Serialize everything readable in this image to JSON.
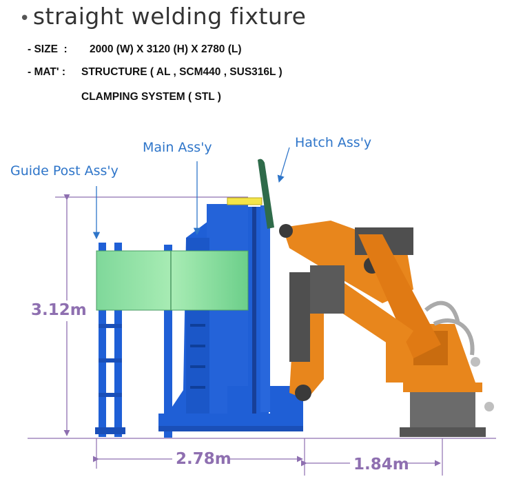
{
  "title": "straight welding fixture",
  "specs": {
    "size_label": "- SIZE  :",
    "size_value": "2000 (W) X 3120 (H) X 2780 (L)",
    "mat_label": "- MAT' :",
    "mat_value": "STRUCTURE ( AL , SCM440 , SUS316L )",
    "mat_value2": "CLAMPING SYSTEM ( STL )"
  },
  "callouts": {
    "guide_post": "Guide Post Ass'y",
    "main": "Main Ass'y",
    "hatch": "Hatch Ass'y"
  },
  "dimensions": {
    "height": "3.12m",
    "length": "2.78m",
    "robot_length": "1.84m"
  },
  "colors": {
    "structure_blue": "#1f5fd6",
    "robot_orange": "#e8861c",
    "panel_green": "#8fe0a0",
    "dimension_purple": "#8e6fb0",
    "callout_blue": "#2e75c9"
  }
}
